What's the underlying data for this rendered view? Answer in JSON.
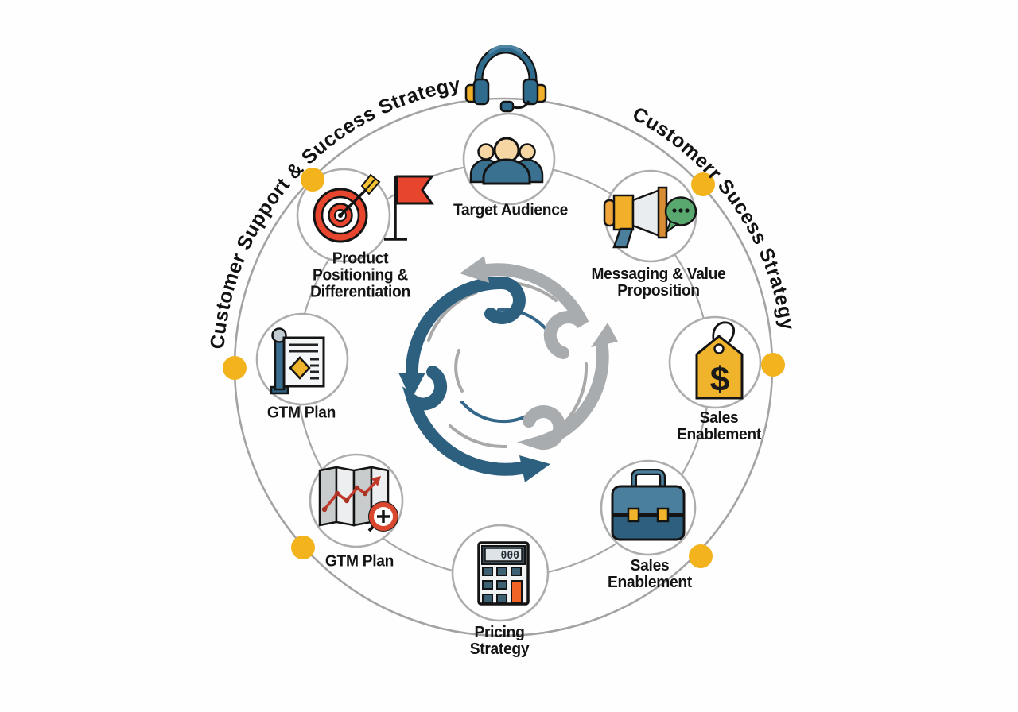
{
  "title_arcs": {
    "left": "Customer Support & Success Strategy",
    "right": "Customerr Sucess Strategy"
  },
  "nodes": [
    {
      "id": "target-audience",
      "label": "Target Audience",
      "icon": "people-group-icon"
    },
    {
      "id": "messaging-value-proposition",
      "label": "Messaging & Value\nProposition",
      "icon": "megaphone-icon"
    },
    {
      "id": "sales-enablement-right",
      "label": "Sales\nEnablement",
      "icon": "price-tag-icon"
    },
    {
      "id": "sales-enablement-bottom",
      "label": "Sales\nEnablement",
      "icon": "briefcase-icon"
    },
    {
      "id": "pricing-strategy",
      "label": "Pricing\nStrategy",
      "icon": "calculator-icon"
    },
    {
      "id": "gtm-plan-map",
      "label": "GTM Plan",
      "icon": "map-chart-icon"
    },
    {
      "id": "gtm-plan-doc",
      "label": "GTM Plan",
      "icon": "document-sign-icon"
    },
    {
      "id": "product-positioning",
      "label": "Product\nPositioning &\nDifferentiation",
      "icon": "target-dart-flag-icon"
    }
  ],
  "icon_text": {
    "calculator_display": "000",
    "price_tag_symbol": "$"
  },
  "top_icon": "headset-icon",
  "center_icon": "cycle-arrows-icon",
  "palette": {
    "accent_yellow": "#f3b31c",
    "arrow_blue": "#2d5f7f",
    "arrow_gray": "#a8acaf",
    "icon_red": "#e8452f",
    "icon_green": "#58a86f",
    "icon_steel_blue": "#3a7090",
    "icon_orange": "#f06426",
    "ring_gray": "#a3a3a3"
  }
}
